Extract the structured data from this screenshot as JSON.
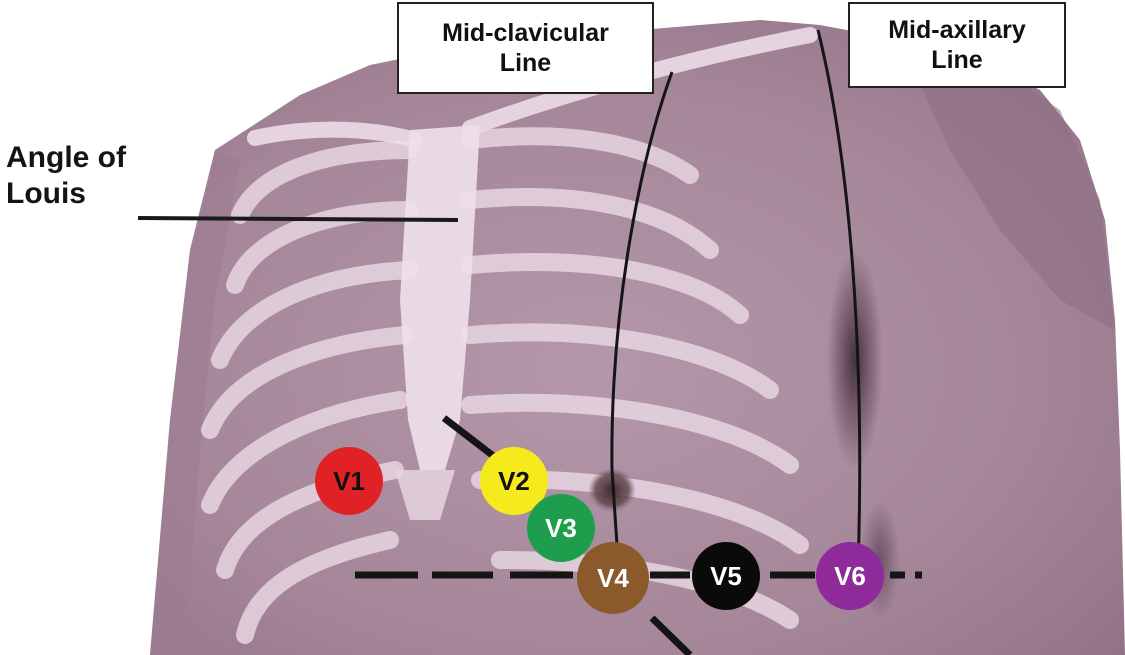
{
  "labels": {
    "mid_clavicular": [
      "Mid-clavicular",
      "Line"
    ],
    "mid_axillary": [
      "Mid-axillary",
      "Line"
    ],
    "angle_of_louis": [
      "Angle of",
      "Louis"
    ]
  },
  "electrodes": [
    {
      "id": "V1",
      "label": "V1",
      "color": "#e02226",
      "text_color": "#111111"
    },
    {
      "id": "V2",
      "label": "V2",
      "color": "#f4ea1c",
      "text_color": "#111111"
    },
    {
      "id": "V3",
      "label": "V3",
      "color": "#1e9e4c",
      "text_color": "#ffffff"
    },
    {
      "id": "V4",
      "label": "V4",
      "color": "#8b5a2b",
      "text_color": "#ffffff"
    },
    {
      "id": "V5",
      "label": "V5",
      "color": "#0a0a0a",
      "text_color": "#ffffff"
    },
    {
      "id": "V6",
      "label": "V6",
      "color": "#8e2a9a",
      "text_color": "#ffffff"
    }
  ],
  "colors": {
    "skin": "#a98a9f",
    "skin_dark": "#7e5f74",
    "rib": "#ead9e4",
    "line": "#151515"
  }
}
